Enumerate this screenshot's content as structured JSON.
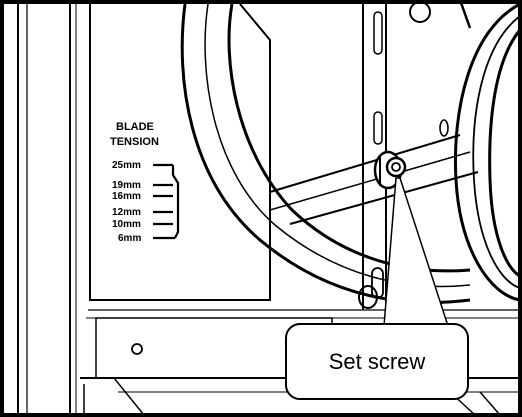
{
  "figure": {
    "scale": {
      "title_line1": "BLADE",
      "title_line2": "TENSION",
      "marks": [
        "25mm",
        "19mm",
        "16mm",
        "12mm",
        "10mm",
        "6mm"
      ]
    },
    "callout": {
      "label": "Set screw"
    },
    "colors": {
      "ink": "#000000",
      "paper": "#ffffff"
    }
  }
}
